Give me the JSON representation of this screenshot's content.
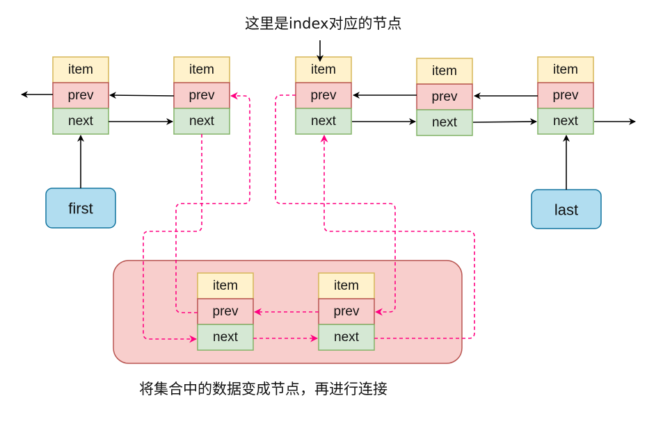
{
  "colors": {
    "item_fill": "#fff2cc",
    "item_stroke": "#d6b656",
    "prev_fill": "#f8cecc",
    "prev_stroke": "#b85450",
    "next_fill": "#d5e8d4",
    "next_stroke": "#82b366",
    "pointer_fill": "#b1ddf0",
    "pointer_stroke": "#10739e",
    "group_fill": "#f8cecc",
    "group_stroke": "#b85450",
    "link": "#000000",
    "new_link": "#ff0080"
  },
  "labels": {
    "index_caption": "这里是index对应的节点",
    "bottom_caption": "将集合中的数据变成节点，再进行连接"
  },
  "node_fields": [
    "item",
    "prev",
    "next"
  ],
  "top_nodes": [
    {
      "id": "n1",
      "fields": [
        "item",
        "prev",
        "next"
      ]
    },
    {
      "id": "n2",
      "fields": [
        "item",
        "prev",
        "next"
      ]
    },
    {
      "id": "n3",
      "fields": [
        "item",
        "prev",
        "next"
      ],
      "note": "index"
    },
    {
      "id": "n4",
      "fields": [
        "item",
        "prev",
        "next"
      ]
    },
    {
      "id": "n5",
      "fields": [
        "item",
        "prev",
        "next"
      ]
    }
  ],
  "new_nodes": [
    {
      "id": "b1",
      "fields": [
        "item",
        "prev",
        "next"
      ]
    },
    {
      "id": "b2",
      "fields": [
        "item",
        "prev",
        "next"
      ]
    }
  ],
  "pointers": [
    {
      "id": "first",
      "label": "first",
      "target": "n1"
    },
    {
      "id": "last",
      "label": "last",
      "target": "n5"
    }
  ]
}
